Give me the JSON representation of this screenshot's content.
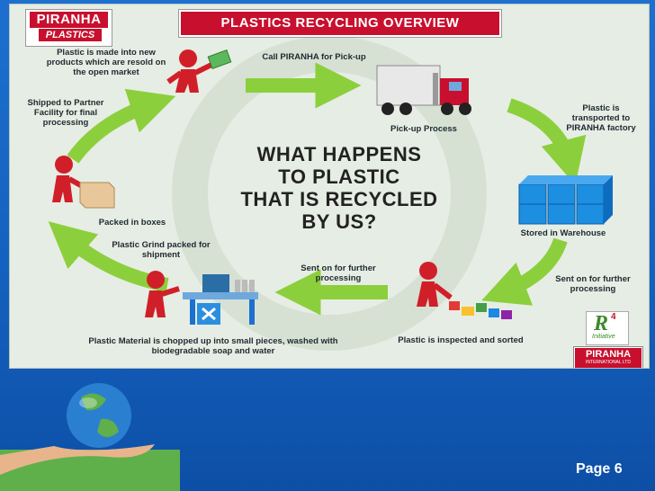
{
  "title": "PLASTICS RECYCLING OVERVIEW",
  "logo": {
    "main": "PIRANHA",
    "sub": "PLASTICS"
  },
  "center_question": [
    "WHAT HAPPENS",
    "TO PLASTIC",
    "THAT IS RECYCLED",
    "BY US?"
  ],
  "steps": {
    "resold": "Plastic is made into new products which are resold on the open market",
    "call": "Call PIRANHA for Pick-up",
    "pickup": "Pick-up Process",
    "transported": "Plastic is transported to PIRANHA factory",
    "stored": "Stored in Warehouse",
    "sent1": "Sent on for further processing",
    "inspected": "Plastic is inspected and sorted",
    "sent2": "Sent on for further processing",
    "chopped": "Plastic Material is chopped up into small pieces, washed with biodegradable soap and water",
    "grind": "Plastic Grind packed for shipment",
    "boxes": "Packed in boxes",
    "shipped": "Shipped to Partner Facility for final processing"
  },
  "r4_logo": {
    "letter": "R",
    "sup": "4",
    "text": "Initiative"
  },
  "footer_logo": {
    "main": "PIRANHA",
    "sub": "INTERNATIONAL LTD"
  },
  "page_label": "Page 6",
  "colors": {
    "accent_red": "#c8102e",
    "arrow_green": "#8ccf3c",
    "background_blue": "#1461bf",
    "box_blue": "#1d8fe0"
  }
}
